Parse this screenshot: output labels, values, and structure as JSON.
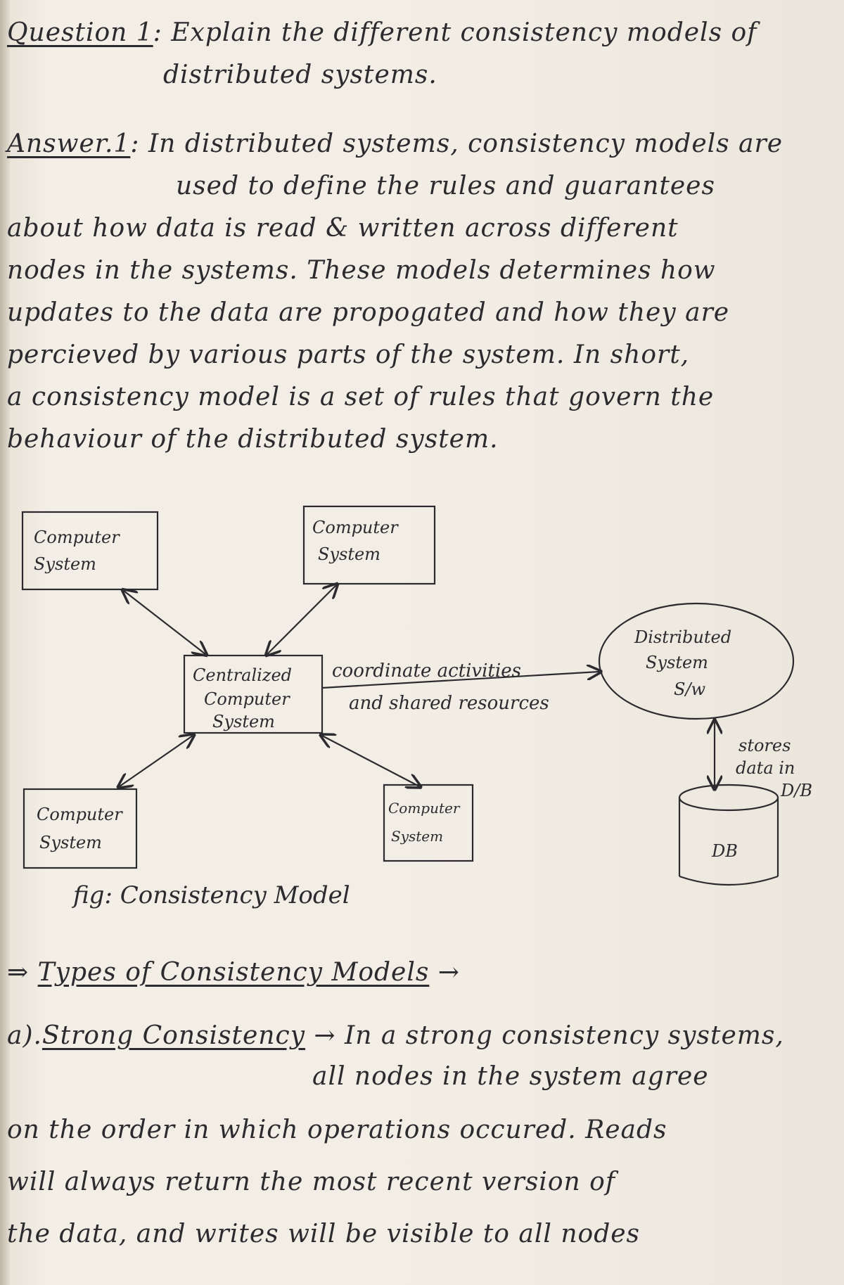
{
  "question": {
    "label": "Question 1",
    "text_line1": ": Explain the different consistency models of",
    "text_line2": "distributed systems."
  },
  "answer": {
    "label": "Answer.1",
    "lines": [
      ": In distributed systems, consistency models are",
      "used to define the rules and guarantees",
      "about how data is read & written across different",
      "nodes in the systems. These models determines how",
      "updates to the data are propogated and how they are",
      "percieved by various parts of the system. In short,",
      "a consistency model is a set of rules that govern the",
      "behaviour of the distributed system."
    ]
  },
  "diagram": {
    "computer_system_line1": "Computer",
    "computer_system_line2": "System",
    "central_line1": "Centralized",
    "central_line2": "Computer",
    "central_line3": "System",
    "dist_line1": "Distributed",
    "dist_line2": "System",
    "dist_line3": "S/w",
    "edge_line1": "coordinate activities",
    "edge_line2": "and shared resources",
    "stores_line1": "stores",
    "stores_line2": "data in",
    "stores_line3": "D/B",
    "db_label": "DB",
    "caption": "fig: Consistency Model"
  },
  "types": {
    "heading_prefix": "⇒",
    "heading": "Types of Consistency Models",
    "heading_suffix": "→",
    "a_label": "a).",
    "a_title": "Strong Consistency",
    "a_arrow": "→",
    "a_lines": [
      "In a strong consistency systems,",
      "all nodes in the system agree",
      "on the order in which operations occured. Reads",
      "will always return the most recent version of",
      "the data, and writes will be visible to all nodes"
    ]
  }
}
